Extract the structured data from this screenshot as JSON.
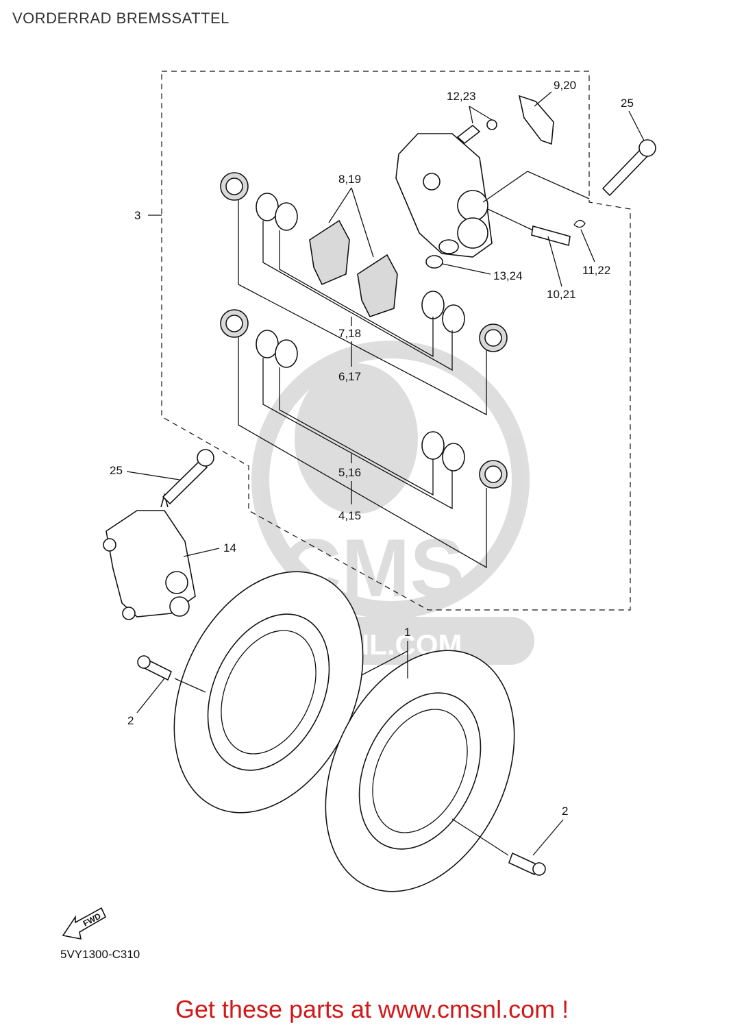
{
  "header": {
    "title": "VORDERRAD BREMSSATTEL"
  },
  "diagram": {
    "callouts": {
      "c1": "1",
      "c2a": "2",
      "c2b": "2",
      "c3": "3",
      "c4_15": "4,15",
      "c5_16": "5,16",
      "c6_17": "6,17",
      "c7_18": "7,18",
      "c8_19": "8,19",
      "c9_20": "9,20",
      "c10_21": "10,21",
      "c11_22": "11,22",
      "c12_23": "12,23",
      "c13_24": "13,24",
      "c14": "14",
      "c25a": "25",
      "c25b": "25"
    },
    "fwd_label": "FWD",
    "watermark": {
      "logo_text": "CMS",
      "url_text": "CMSNL.COM"
    }
  },
  "footer": {
    "diagram_code": "5VY1300-C310",
    "link_text": "Get these parts at www.cmsnl.com !",
    "link_color": "#d01818"
  }
}
